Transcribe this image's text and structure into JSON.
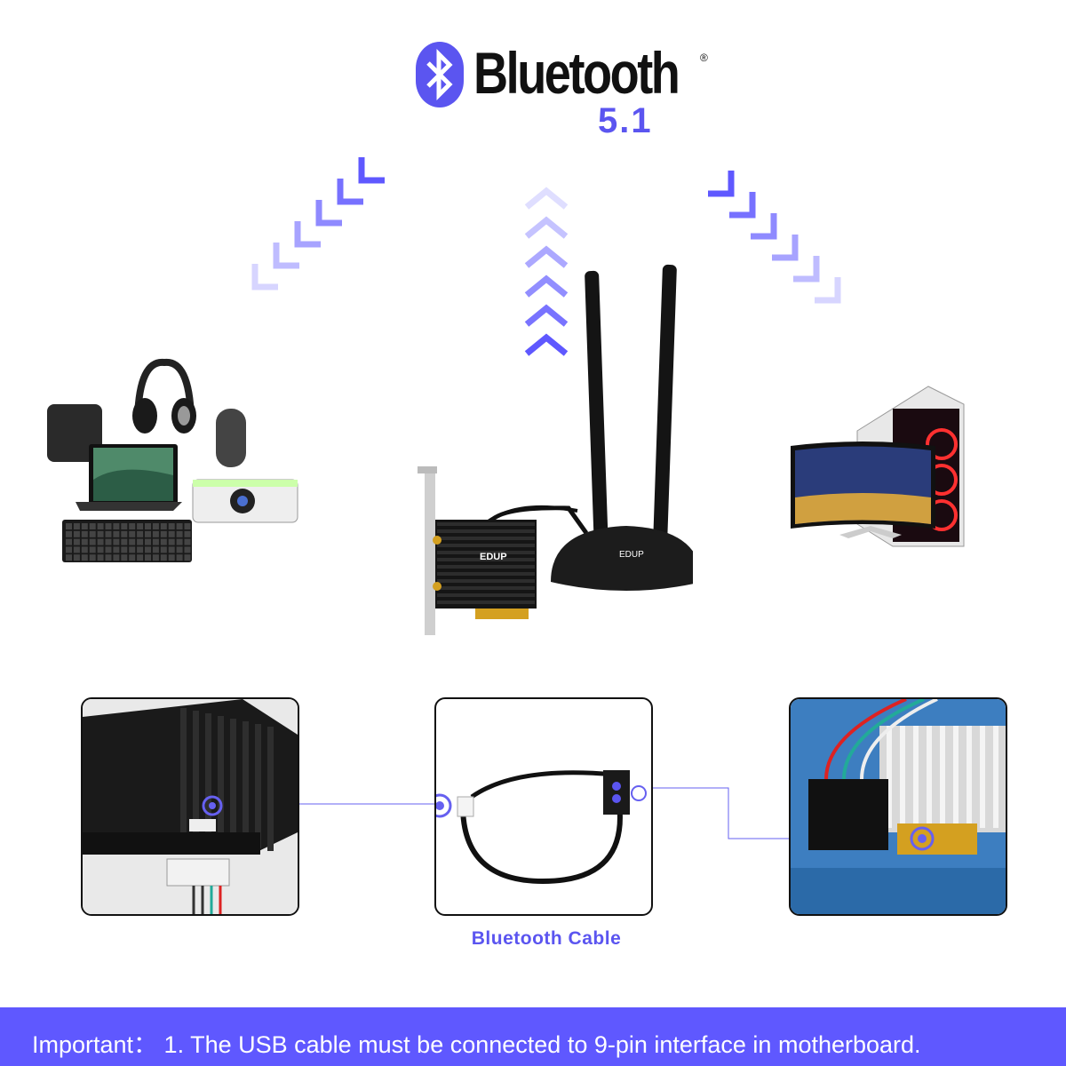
{
  "header": {
    "brand": "Bluetooth",
    "registered_mark": "®",
    "version": "5.1",
    "logo_icon": "bluetooth-icon"
  },
  "product_brand": "EDUP",
  "devices_left": [
    "speaker",
    "headphones",
    "mouse",
    "laptop",
    "projector",
    "keyboard"
  ],
  "devices_right": [
    "monitor",
    "desktop-pc"
  ],
  "panels": {
    "cable_label": "Bluetooth Cable"
  },
  "footer": {
    "text": "Important：  1. The USB cable must be connected to 9-pin interface in motherboard."
  },
  "colors": {
    "accent": "#5f58ff",
    "label": "#5b55f0",
    "text": "#111111"
  }
}
